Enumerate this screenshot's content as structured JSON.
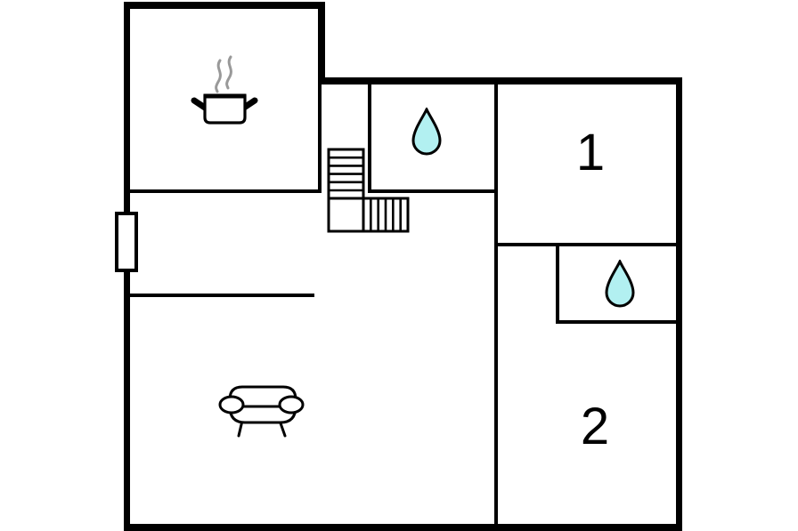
{
  "plan": {
    "name": "floor-plan",
    "rooms": {
      "bedroom1": {
        "label": "1"
      },
      "bedroom2": {
        "label": "2"
      }
    },
    "icons": {
      "kitchen": "cooking-pot-icon",
      "bathroom_upper": "water-drop-icon",
      "bathroom_right": "water-drop-icon",
      "living_room": "sofa-icon",
      "hallway": "stairs-icon",
      "left_wall": "window-icon"
    },
    "colors": {
      "wall": "#000000",
      "water_drop": "#b2f0f1",
      "steam": "#999999",
      "background": "#ffffff"
    }
  }
}
